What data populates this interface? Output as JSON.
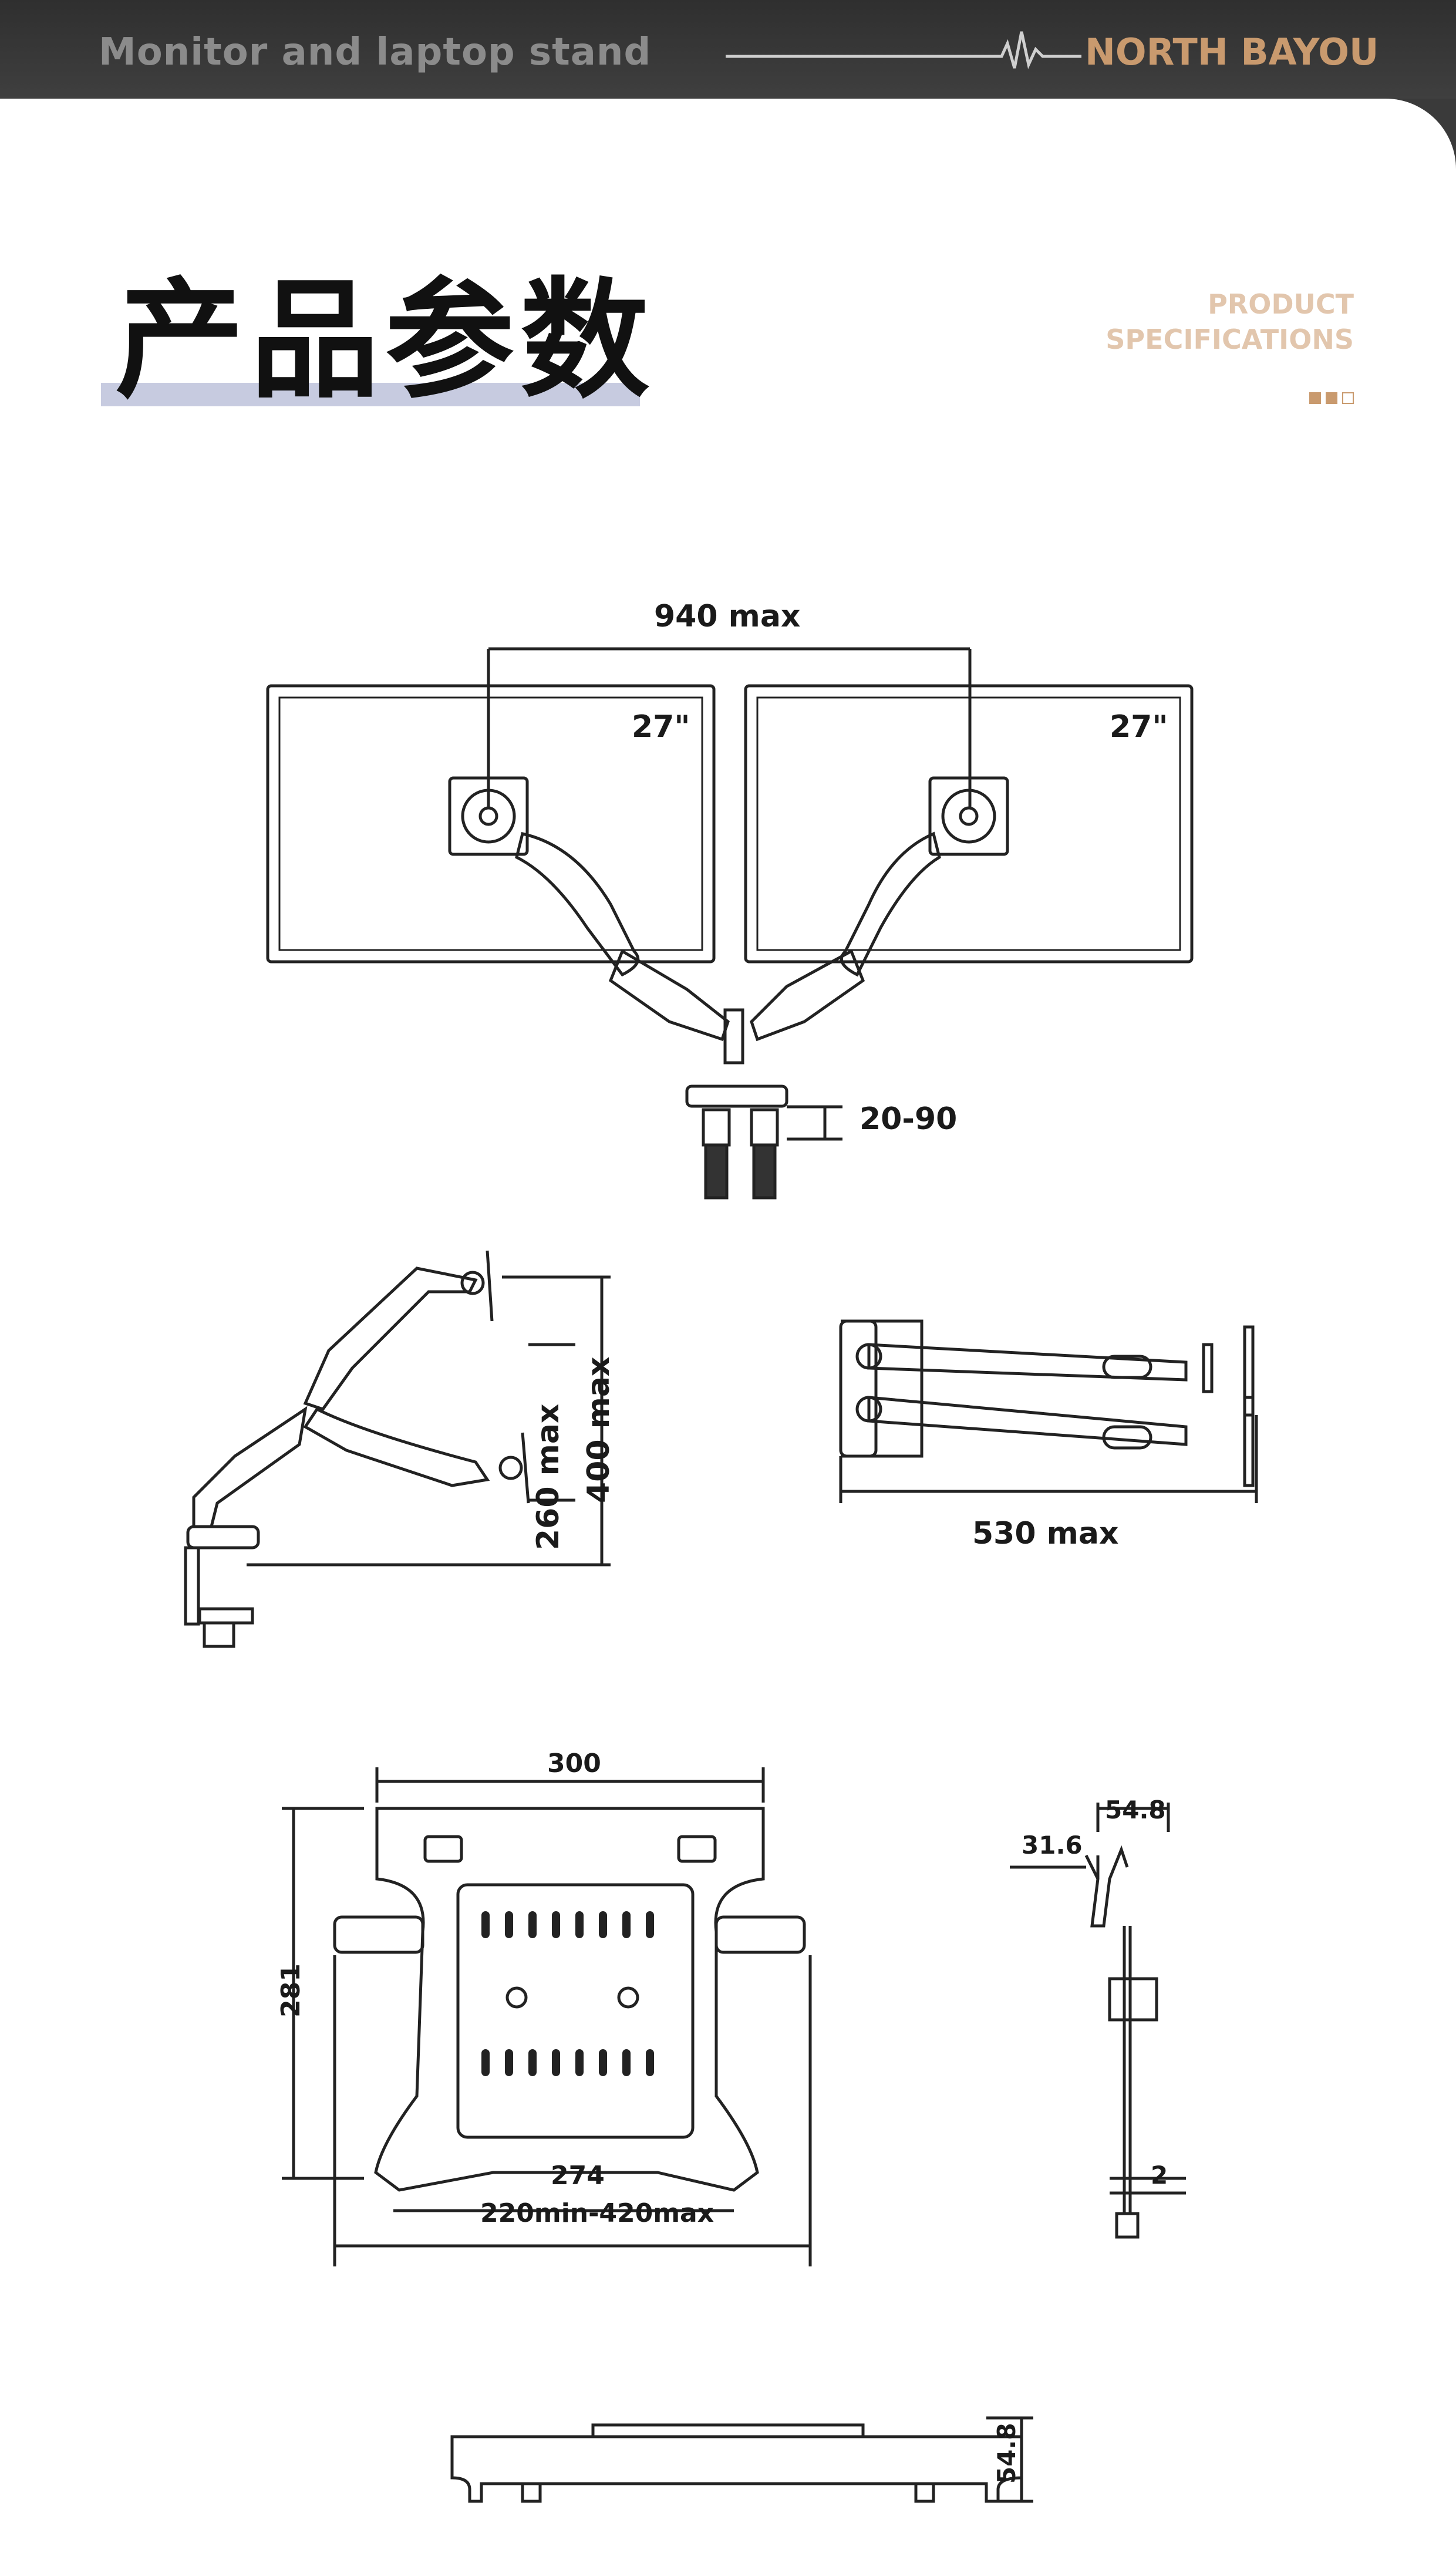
{
  "header": {
    "title": "Monitor and laptop stand",
    "brand": "NORTH BAYOU"
  },
  "section": {
    "heading": "产品参数",
    "subheading_line1": "PRODUCT",
    "subheading_line2": "SPECIFICATIONS"
  },
  "dimensions": {
    "span": "940  max",
    "screen_left": "27\"",
    "screen_right": "27\"",
    "clamp_thickness": "20-90",
    "height_a": "260 max",
    "height_b": "400 max",
    "reach": "530 max",
    "tray_top_width": "300",
    "tray_height": "281",
    "tray_inner_width": "274",
    "tray_arm_width": "220min-420max",
    "side_depth": "54.8",
    "side_hook": "31.6",
    "side_thickness": "2",
    "bottom_depth": "54.8"
  },
  "colors": {
    "header_bg": "#3a3a3a",
    "brand": "#c99a6e",
    "heading_bar": "#c7cbe0",
    "subheading": "#e2c6ad"
  }
}
